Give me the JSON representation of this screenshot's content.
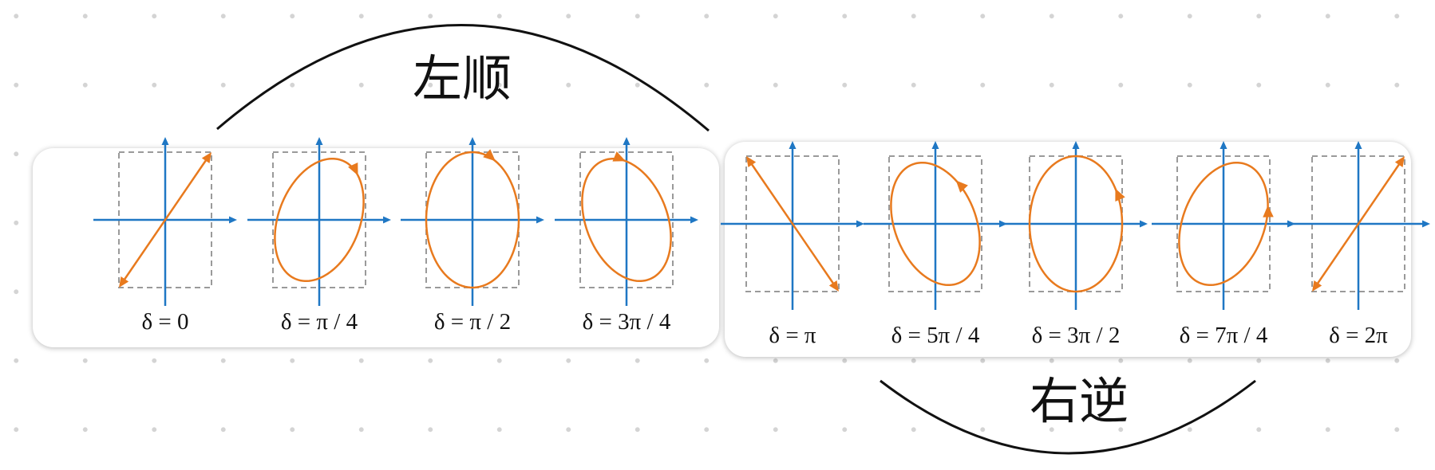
{
  "groups": {
    "left": {
      "label": "左顺"
    },
    "right": {
      "label": "右逆"
    }
  },
  "colors": {
    "axis": "#1f77c4",
    "curve": "#e87a1e",
    "box": "#9a9a9a",
    "arc": "#111111"
  },
  "plots": [
    {
      "caption": "δ = 0",
      "shape": "line",
      "direction": "diagonal-up",
      "arrow": "both-ends",
      "group": "left"
    },
    {
      "caption": "δ = π / 4",
      "shape": "ellipse",
      "tilt": "right",
      "arrow": "clockwise",
      "group": "left"
    },
    {
      "caption": "δ = π / 2",
      "shape": "circle",
      "arrow": "clockwise",
      "group": "left"
    },
    {
      "caption": "δ = 3π / 4",
      "shape": "ellipse",
      "tilt": "left",
      "arrow": "clockwise",
      "group": "left"
    },
    {
      "caption": "δ = π",
      "shape": "line",
      "direction": "diagonal-down",
      "arrow": "both-ends",
      "group": "right"
    },
    {
      "caption": "δ = 5π / 4",
      "shape": "ellipse",
      "tilt": "left",
      "arrow": "counterclockwise",
      "group": "right"
    },
    {
      "caption": "δ = 3π / 2",
      "shape": "circle",
      "arrow": "counterclockwise",
      "group": "right"
    },
    {
      "caption": "δ = 7π / 4",
      "shape": "ellipse",
      "tilt": "right",
      "arrow": "counterclockwise",
      "group": "right"
    },
    {
      "caption": "δ = 2π",
      "shape": "line",
      "direction": "diagonal-up",
      "arrow": "both-ends",
      "group": "right"
    }
  ]
}
